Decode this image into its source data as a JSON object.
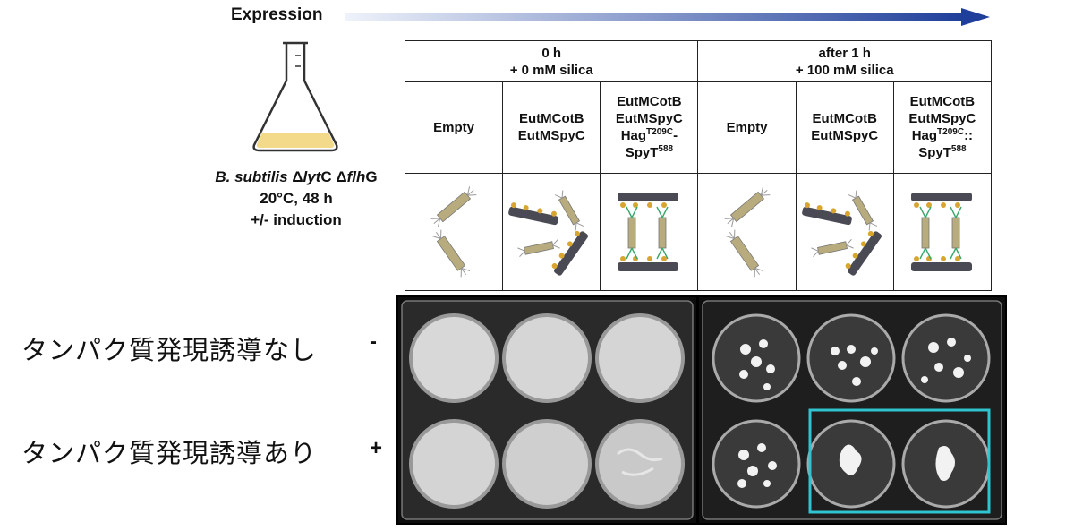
{
  "header": {
    "expression_label": "Expression"
  },
  "flask": {
    "strain_name": "B. subtilis",
    "strain_rest": " ΔlytC ΔflhG",
    "line_italic": "B. subtilis",
    "line1_a": " Δ",
    "line1_b": "lyt",
    "line1_c": "C Δ",
    "line1_d": "flh",
    "line1_e": "G",
    "conditions": "20°C, 48 h",
    "induction": "+/- induction"
  },
  "table": {
    "groups": [
      {
        "time": "0 h",
        "silica": "+ 0 mM silica"
      },
      {
        "time": "after 1 h",
        "silica": "+ 100 mM silica"
      }
    ],
    "strains": {
      "empty": "Empty",
      "cotb_l1": "EutMCotB",
      "spyc_l2": "EutMSpyC",
      "hag_prefix": "Hag",
      "hag_sup": "T209C",
      "hag_suffix_a": "-",
      "hag_suffix_b": "::",
      "spyt": "SpyT",
      "spyt_sup": "588"
    }
  },
  "rows": {
    "minus_label": "タンパク質発現誘導なし",
    "minus_sign": "-",
    "plus_label": "タンパク質発現誘導あり",
    "plus_sign": "+"
  },
  "colors": {
    "arrow_start": "#e8edf8",
    "arrow_end": "#1f3f9a",
    "highlight": "#2fc4cf",
    "medium": "#f3d98a",
    "rod": "#b8ac7e",
    "sheet": "#4a4a55",
    "dot": "#d9a531",
    "linker": "#3aa86b"
  }
}
